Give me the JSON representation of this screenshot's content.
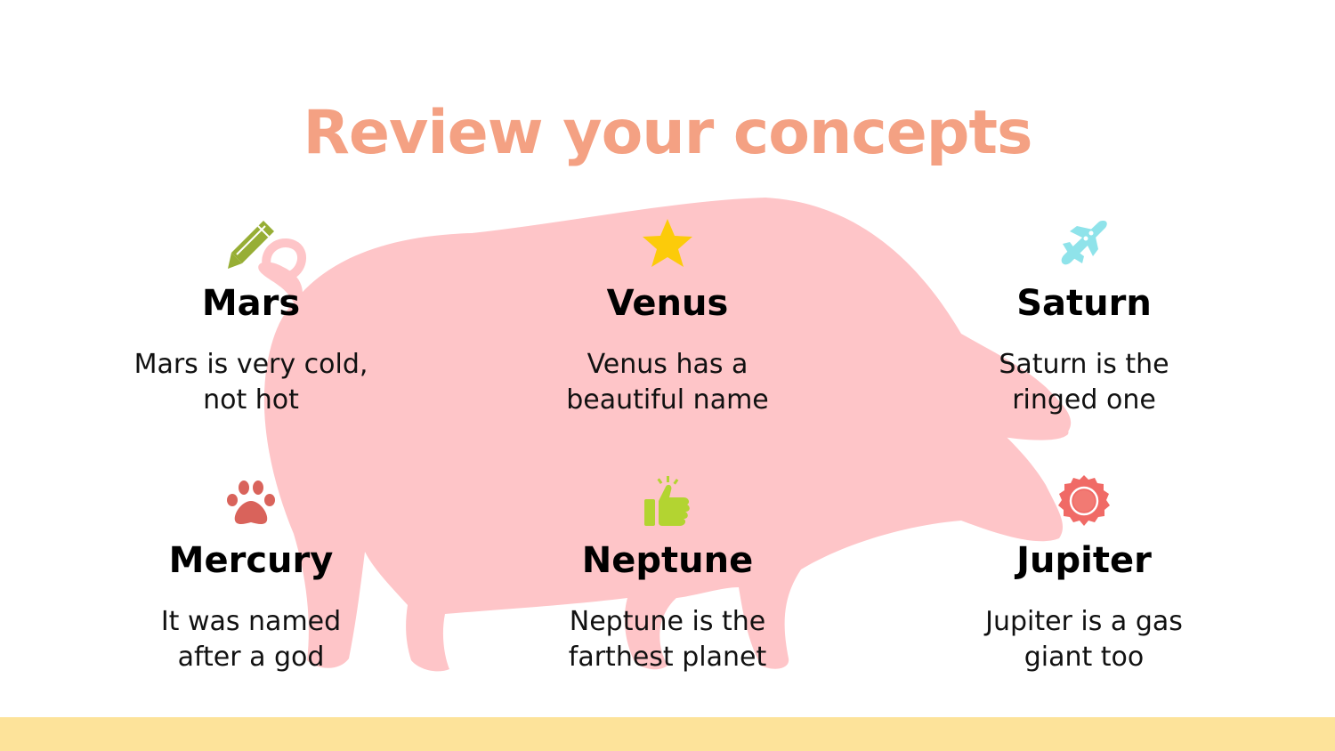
{
  "slide": {
    "title": "Review your concepts",
    "title_color": "#f4a183",
    "pig_color": "#fec5c8",
    "footer_color": "#fde39a",
    "items": [
      {
        "name": "Mars",
        "desc_line1": "Mars is very cold,",
        "desc_line2": "not hot",
        "icon": "pencil-icon",
        "icon_color": "#97ae35"
      },
      {
        "name": "Venus",
        "desc_line1": "Venus has a",
        "desc_line2": "beautiful name",
        "icon": "star-icon",
        "icon_color": "#fccb0a"
      },
      {
        "name": "Saturn",
        "desc_line1": "Saturn is the",
        "desc_line2": "ringed one",
        "icon": "airplane-icon",
        "icon_color": "#8fe3ea"
      },
      {
        "name": "Mercury",
        "desc_line1": "It was named",
        "desc_line2": "after a god",
        "icon": "paw-icon",
        "icon_color": "#d9635b"
      },
      {
        "name": "Neptune",
        "desc_line1": "Neptune is the",
        "desc_line2": "farthest planet",
        "icon": "thumbs-up-icon",
        "icon_color": "#b3d431"
      },
      {
        "name": "Jupiter",
        "desc_line1": "Jupiter is a gas",
        "desc_line2": "giant too",
        "icon": "badge-icon",
        "icon_color": "#f06a66"
      }
    ]
  }
}
